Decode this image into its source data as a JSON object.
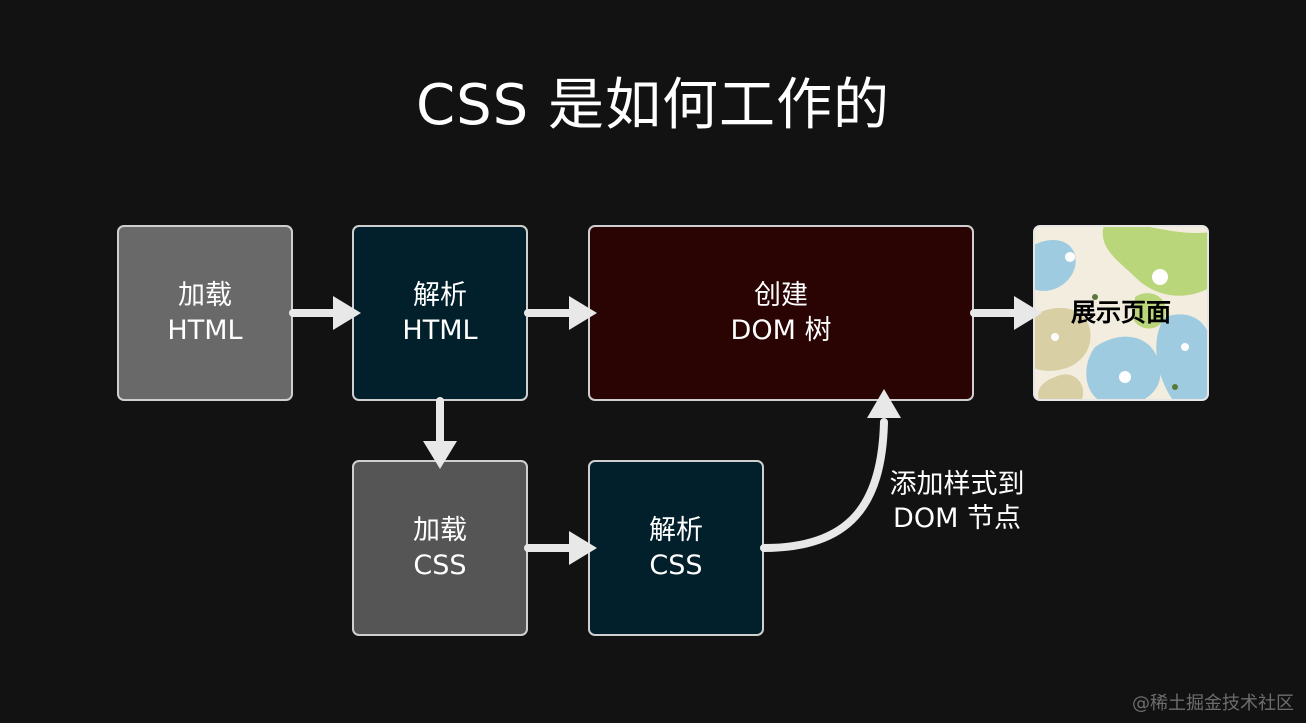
{
  "title": "CSS 是如何工作的",
  "boxes": {
    "load_html": {
      "line1": "加载",
      "line2": "HTML"
    },
    "parse_html": {
      "line1": "解析",
      "line2": "HTML"
    },
    "create_dom": {
      "line1": "创建",
      "line2": "DOM 树"
    },
    "display_page": {
      "label": "展示页面"
    },
    "load_css": {
      "line1": "加载",
      "line2": "CSS"
    },
    "parse_css": {
      "line1": "解析",
      "line2": "CSS"
    }
  },
  "note": {
    "line1": "添加样式到",
    "line2": "DOM 节点"
  },
  "watermark": "@稀土掘金技术社区",
  "colors": {
    "background": "#121212",
    "load_box": "#696969",
    "load_css_box": "#555555",
    "parse_box": "#02202b",
    "dom_box": "#290403",
    "arrow": "#e8e8e8"
  }
}
